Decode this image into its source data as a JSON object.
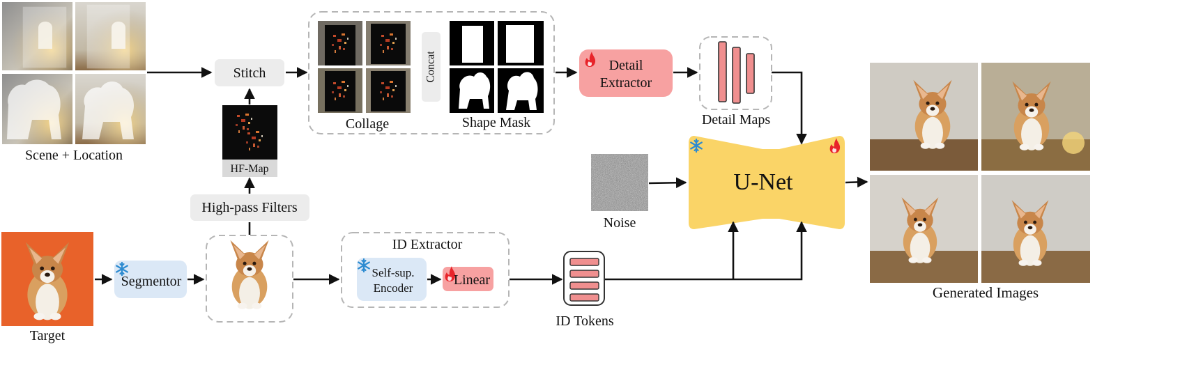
{
  "labels": {
    "scene_location": "Scene + Location",
    "stitch": "Stitch",
    "hf_map": "HF-Map",
    "high_pass": "High-pass Filters",
    "collage": "Collage",
    "concat": "Concat",
    "shape_mask": "Shape Mask",
    "detail_extractor_1": "Detail",
    "detail_extractor_2": "Extractor",
    "detail_maps": "Detail Maps",
    "noise": "Noise",
    "unet": "U-Net",
    "generated": "Generated Images",
    "target": "Target",
    "segmentor": "Segmentor",
    "id_extractor": "ID Extractor",
    "encoder_1": "Self-sup.",
    "encoder_2": "Encoder",
    "linear": "Linear",
    "id_tokens": "ID Tokens"
  },
  "icons": {
    "frozen": "snowflake-icon",
    "trainable": "flame-icon"
  },
  "colors": {
    "trainable_fill": "#f7a1a1",
    "trainable_bar": "#f08f8f",
    "frozen_fill": "#dbe8f6",
    "unet_fill": "#fad467",
    "neutral_fill": "#ececec",
    "snowflake": "#2d8bd0",
    "flame": "#e8242a"
  }
}
